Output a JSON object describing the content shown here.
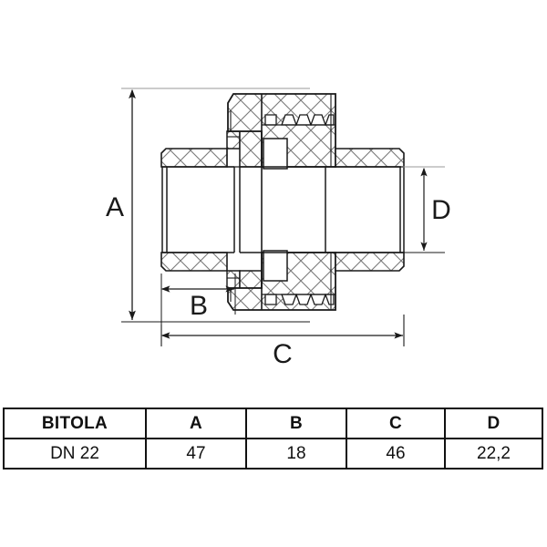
{
  "drawing": {
    "title": "pipe-union-cross-section",
    "dimension_labels": [
      {
        "id": "A",
        "label": "A",
        "orientation": "vertical",
        "side": "left"
      },
      {
        "id": "B",
        "label": "B",
        "orientation": "horizontal",
        "side": "bottom-left"
      },
      {
        "id": "C",
        "label": "C",
        "orientation": "horizontal",
        "side": "bottom"
      },
      {
        "id": "D",
        "label": "D",
        "orientation": "vertical",
        "side": "right"
      }
    ],
    "label_a": "A",
    "label_b": "B",
    "label_c": "C",
    "label_d": "D",
    "line_color": "#1a1a1a",
    "hatch_color": "#6f6f6f",
    "background": "#ffffff"
  },
  "table": {
    "name": "dimension-table",
    "columns": [
      "BITOLA",
      "A",
      "B",
      "C",
      "D"
    ],
    "headers": {
      "bitola": "BITOLA",
      "a": "A",
      "b": "B",
      "c": "C",
      "d": "D"
    },
    "rows": [
      {
        "bitola": "DN 22",
        "a": "47",
        "b": "18",
        "c": "46",
        "d": "22,2"
      }
    ]
  }
}
